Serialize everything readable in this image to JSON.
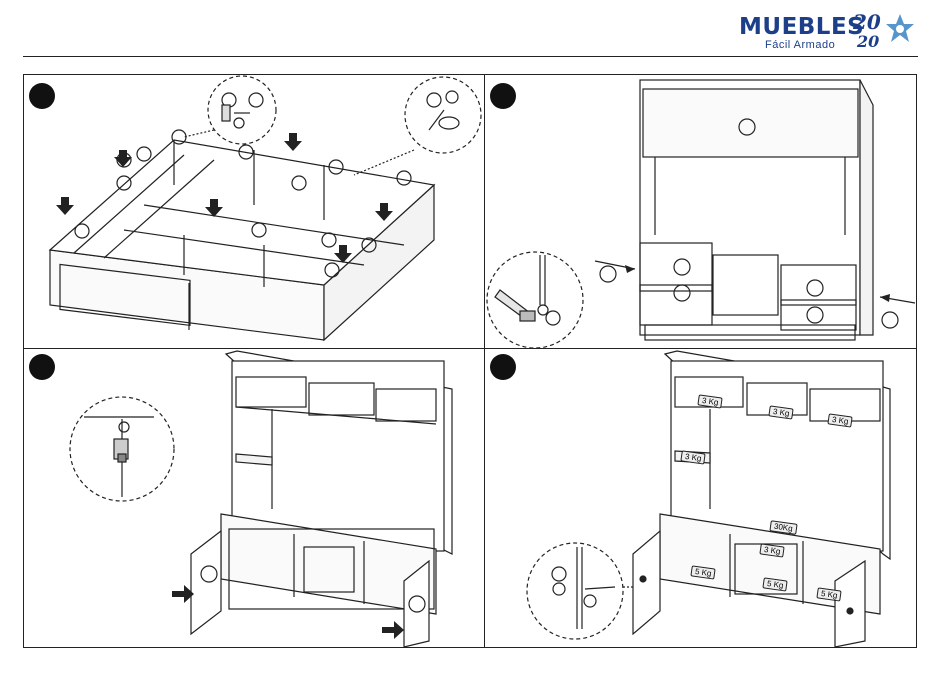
{
  "brand": {
    "name": "MUEBLES",
    "tagline": "Fácil Armado",
    "year_top": "20",
    "year_bottom": "20",
    "color": "#1d3f8a"
  },
  "steps": [
    {
      "id": 1,
      "label": "step-1"
    },
    {
      "id": 2,
      "label": "step-2"
    },
    {
      "id": 3,
      "label": "step-3"
    },
    {
      "id": 4,
      "label": "step-4"
    }
  ],
  "weight_labels": {
    "shelf_top_left": "3 Kg",
    "shelf_top_mid": "3 Kg",
    "shelf_top_right": "3 Kg",
    "side_shelf": "3 Kg",
    "top_surface": "30Kg",
    "center_shelf": "3 Kg",
    "left_bottom": "5 Kg",
    "center_bottom": "5 Kg",
    "right_bottom": "5 Kg"
  }
}
